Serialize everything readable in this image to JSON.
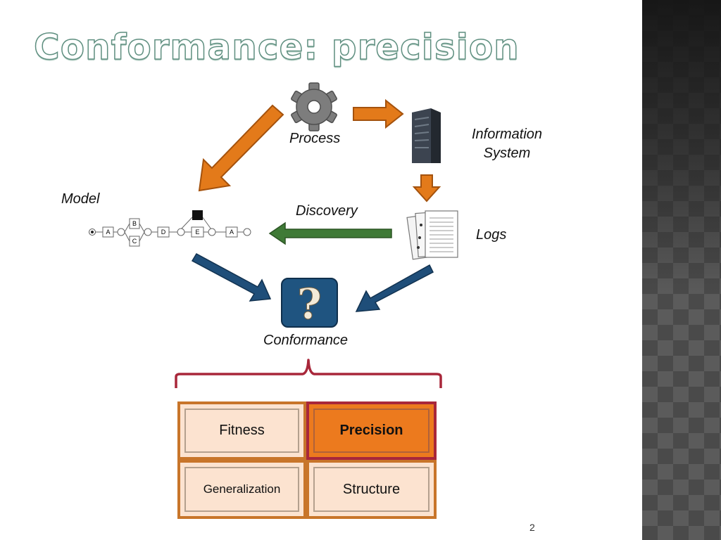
{
  "title": "Conformance: precision",
  "labels": {
    "process": "Process",
    "information_system": "Information System",
    "model": "Model",
    "discovery": "Discovery",
    "logs": "Logs",
    "conformance": "Conformance"
  },
  "model_nodes": {
    "a1": "A",
    "b": "B",
    "c": "C",
    "d": "D",
    "e": "E",
    "a2": "A"
  },
  "question_mark": "?",
  "quality_grid": {
    "fitness": "Fitness",
    "precision": "Precision",
    "generalization": "Generalization",
    "structure": "Structure"
  },
  "page_number": "2",
  "colors": {
    "accent_orange": "#ec7a1e",
    "discovery_green": "#3f7a36",
    "conformance_blue": "#1f4e79",
    "highlight_border": "#a8273a"
  }
}
